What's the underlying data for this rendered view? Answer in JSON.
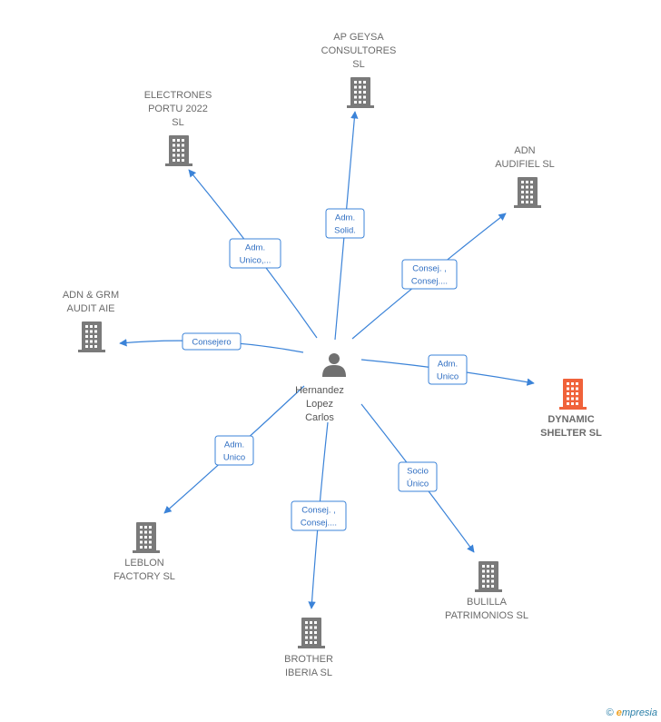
{
  "colors": {
    "edge": "#3b83d8",
    "building": "#7a7a7a",
    "building_focus": "#f0623a",
    "person": "#707070"
  },
  "center": {
    "name_lines": [
      "Hernandez",
      "Lopez",
      "Carlos"
    ],
    "icon": "person-icon"
  },
  "companies": [
    {
      "id": "ap-geysa",
      "lines": [
        "AP GEYSA",
        "CONSULTORES",
        "SL"
      ],
      "relation_lines": [
        "Adm.",
        "Solid."
      ],
      "focus": false
    },
    {
      "id": "electrones-portu",
      "lines": [
        "ELECTRONES",
        "PORTU 2022",
        "SL"
      ],
      "relation_lines": [
        "Adm.",
        "Unico,..."
      ],
      "focus": false
    },
    {
      "id": "adn-audifiel",
      "lines": [
        "ADN",
        "AUDIFIEL  SL"
      ],
      "relation_lines": [
        "Consej. ,",
        "Consej...."
      ],
      "focus": false
    },
    {
      "id": "adn-grm",
      "lines": [
        "ADN & GRM",
        "AUDIT  AIE"
      ],
      "relation_lines": [
        "Consejero"
      ],
      "focus": false
    },
    {
      "id": "dynamic-shelter",
      "lines": [
        "DYNAMIC",
        "SHELTER  SL"
      ],
      "relation_lines": [
        "Adm.",
        "Unico"
      ],
      "focus": true
    },
    {
      "id": "leblon-factory",
      "lines": [
        "LEBLON",
        "FACTORY  SL"
      ],
      "relation_lines": [
        "Adm.",
        "Unico"
      ],
      "focus": false
    },
    {
      "id": "brother-iberia",
      "lines": [
        "BROTHER",
        "IBERIA SL"
      ],
      "relation_lines": [
        "Consej. ,",
        "Consej...."
      ],
      "focus": false
    },
    {
      "id": "bulilla",
      "lines": [
        "BULILLA",
        "PATRIMONIOS SL"
      ],
      "relation_lines": [
        "Socio",
        "Único"
      ],
      "focus": false
    }
  ],
  "footer": {
    "copyright": "©",
    "brand_initial": "e",
    "brand_rest": "mpresia"
  }
}
